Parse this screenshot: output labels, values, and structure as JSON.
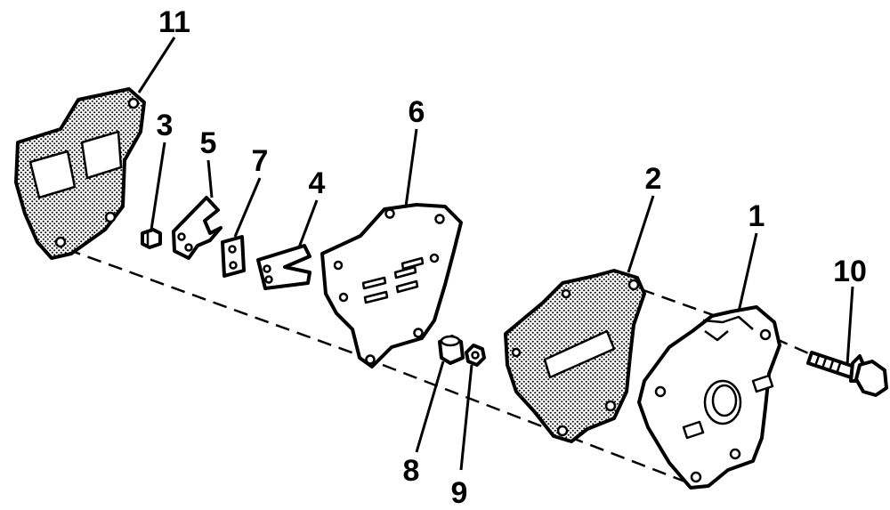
{
  "parts": [
    {
      "id": "part-11",
      "label": "11"
    },
    {
      "id": "part-3",
      "label": "3"
    },
    {
      "id": "part-5",
      "label": "5"
    },
    {
      "id": "part-7",
      "label": "7"
    },
    {
      "id": "part-4",
      "label": "4"
    },
    {
      "id": "part-6",
      "label": "6"
    },
    {
      "id": "part-2",
      "label": "2"
    },
    {
      "id": "part-1",
      "label": "1"
    },
    {
      "id": "part-10",
      "label": "10"
    },
    {
      "id": "part-8",
      "label": "8"
    },
    {
      "id": "part-9",
      "label": "9"
    }
  ],
  "colors": {
    "ink": "#000000",
    "paper": "#ffffff"
  }
}
